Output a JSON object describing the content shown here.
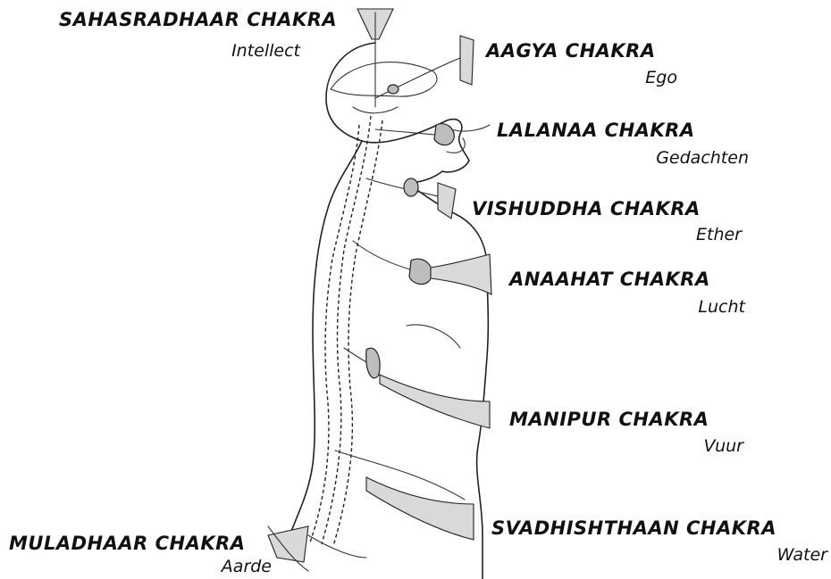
{
  "chakras": [
    {
      "name": "SAHASRADHAAR CHAKRA",
      "element": "Intellect"
    },
    {
      "name": "AAGYA CHAKRA",
      "element": "Ego"
    },
    {
      "name": "LALANAA CHAKRA",
      "element": "Gedachten"
    },
    {
      "name": "VISHUDDHA CHAKRA",
      "element": "Ether"
    },
    {
      "name": "ANAAHAT CHAKRA",
      "element": "Lucht"
    },
    {
      "name": "MANIPUR CHAKRA",
      "element": "Vuur"
    },
    {
      "name": "SVADHISHTHAAN CHAKRA",
      "element": "Water"
    },
    {
      "name": "MULADHAAR CHAKRA",
      "element": "Aarde"
    }
  ],
  "colors": {
    "ink": "#222222",
    "shade": "#bdbdbd",
    "background": "#ffffff"
  }
}
